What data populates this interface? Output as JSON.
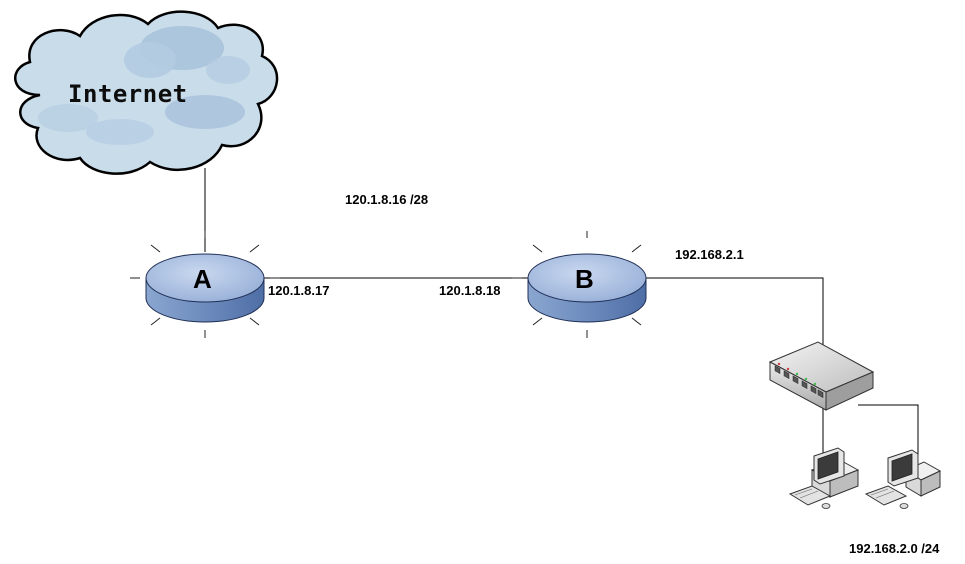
{
  "cloud": {
    "label": "Internet",
    "fill": "#c9dcea",
    "shade": "#a9c3dc",
    "outline": "#000000"
  },
  "routers": [
    {
      "label": "A"
    },
    {
      "label": "B"
    }
  ],
  "router_style": {
    "top_fill": "#aec4e2",
    "side_fill": "#7b98c6",
    "outline": "#1f2f55"
  },
  "networks": {
    "wan_subnet": "120.1.8.16 /28",
    "lan_subnet": "192.168.2.0 /24"
  },
  "interfaces": {
    "router_a_wan": "120.1.8.17",
    "router_b_wan": "120.1.8.18",
    "router_b_lan": "192.168.2.1"
  }
}
